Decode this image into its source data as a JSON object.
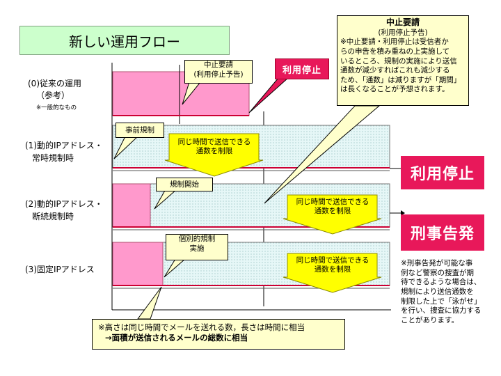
{
  "title": "新しい運用フロー",
  "rows": [
    {
      "line1": "(0)従来の運用",
      "line2": "（参考）",
      "note": "※一般的なもの"
    },
    {
      "line1": "(1)動的IPアドレス・",
      "line2": "常時規制時"
    },
    {
      "line1": "(2)動的IPアドレス・",
      "line2": "断続規制時"
    },
    {
      "line1": "(3)固定IPアドレス"
    }
  ],
  "callouts": {
    "suspension_notice": {
      "line1": "中止要請",
      "line2": "(利用停止予告)"
    },
    "stop_tag": "利用停止",
    "advance_reg": "事前規制",
    "reg_start": "規制開始",
    "individual_reg": {
      "line1": "個別的規制",
      "line2": "実施"
    }
  },
  "arrow_text": {
    "line1": "同じ時間で送信できる",
    "line2": "通数を制限"
  },
  "top_right": {
    "title": "中止要請",
    "subtitle": "(利用停止予告)",
    "body": [
      "※中止要請・利用停止は受信者か",
      "らの申告を積み重ねの上実施して",
      "いるところ、規制の実施により送信",
      "通数が減少すればこれも減少する",
      "ため、「通数」は減りますが「期間」",
      "は長くなることが予想されます。"
    ]
  },
  "result_boxes": [
    "利用停止",
    "刑事告発"
  ],
  "prosecution_note": [
    "※刑事告発が可能な事",
    "例など警察の捜査が期",
    "待できるような場合は、",
    "規制により送信通数を",
    "制限した上で「泳がせ」",
    "を行い、捜査に協力する",
    "ことがあります。"
  ],
  "bottom_note": {
    "line1": "※高さは同じ時間でメールを送れる数，長さは時間に相当",
    "line2": "→面積が送信されるメールの総数に相当"
  },
  "colors": {
    "pink": "#ff99cc",
    "dotted_fill": "#e6f7f7",
    "dot": "#6aa0a0",
    "red_line": "#cc0033",
    "yellow": "#ffff00",
    "callout_bg": "#ffffcc",
    "result_red": "#e8185a",
    "title_bg": "#ccffcc"
  }
}
